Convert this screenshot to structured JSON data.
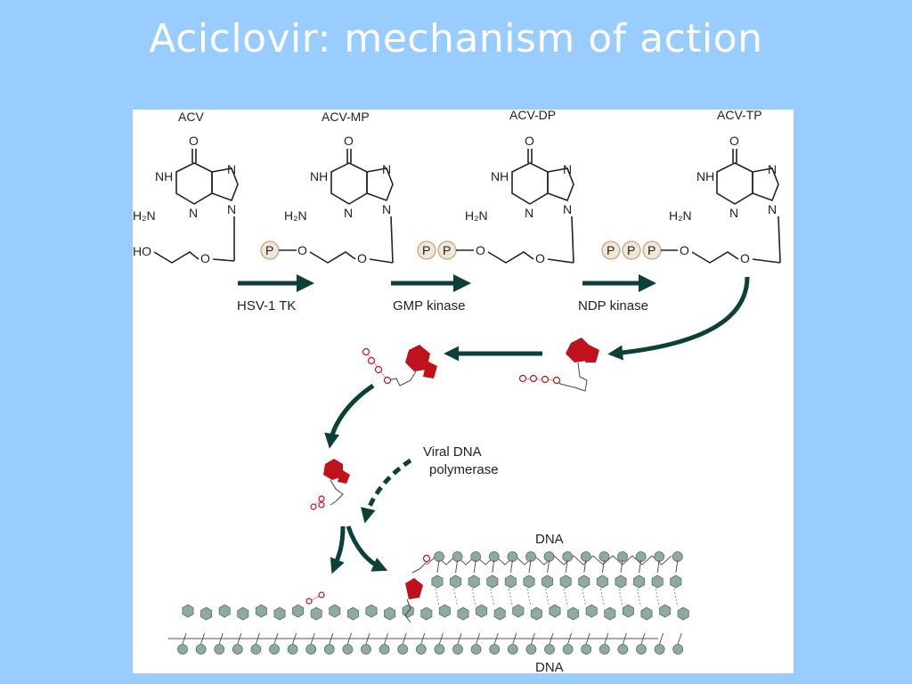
{
  "slide": {
    "title": "Aciclovir: mechanism of action"
  },
  "compounds": [
    {
      "name": "ACV",
      "phosphates": 0,
      "tail": "HO"
    },
    {
      "name": "ACV-MP",
      "phosphates": 1
    },
    {
      "name": "ACV-DP",
      "phosphates": 2
    },
    {
      "name": "ACV-TP",
      "phosphates": 3
    }
  ],
  "atoms": {
    "oxygen": "O",
    "nh": "NH",
    "n": "N",
    "amine": "H₂N",
    "phosphate": "P"
  },
  "enzymes": [
    "HSV-1 TK",
    "GMP kinase",
    "NDP kinase"
  ],
  "polymerase_label": [
    "Viral DNA",
    "polymerase"
  ],
  "dna_labels": {
    "top": "DNA",
    "bottom": "DNA"
  },
  "colors": {
    "background": "#99ccff",
    "arrow": "#0c4039",
    "base_red": "#c0121d",
    "phosphate_pink": "#e8a0a8",
    "dna_nucleotide": "#8faaa2"
  }
}
